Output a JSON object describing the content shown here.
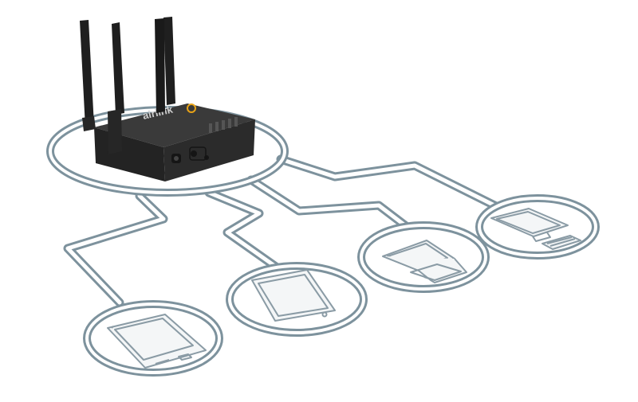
{
  "brand": {
    "logo_text": "airlink"
  },
  "colors": {
    "background": "#ffffff",
    "line_outer": "#7d929d",
    "line_inner": "#ffffff",
    "line_fill": "#aebcc4",
    "icon_stroke": "#8a9ba5",
    "router_body": "#2b2b2b",
    "router_top": "#3a3a3a",
    "antenna": "#1f1f1f",
    "accent_orange": "#e8a317"
  },
  "nodes": [
    {
      "id": "router",
      "icon": "router-icon"
    },
    {
      "id": "smartphone",
      "icon": "smartphone-icon"
    },
    {
      "id": "tablet",
      "icon": "tablet-icon"
    },
    {
      "id": "laptop",
      "icon": "laptop-icon"
    },
    {
      "id": "desktop",
      "icon": "desktop-computer-icon"
    }
  ]
}
